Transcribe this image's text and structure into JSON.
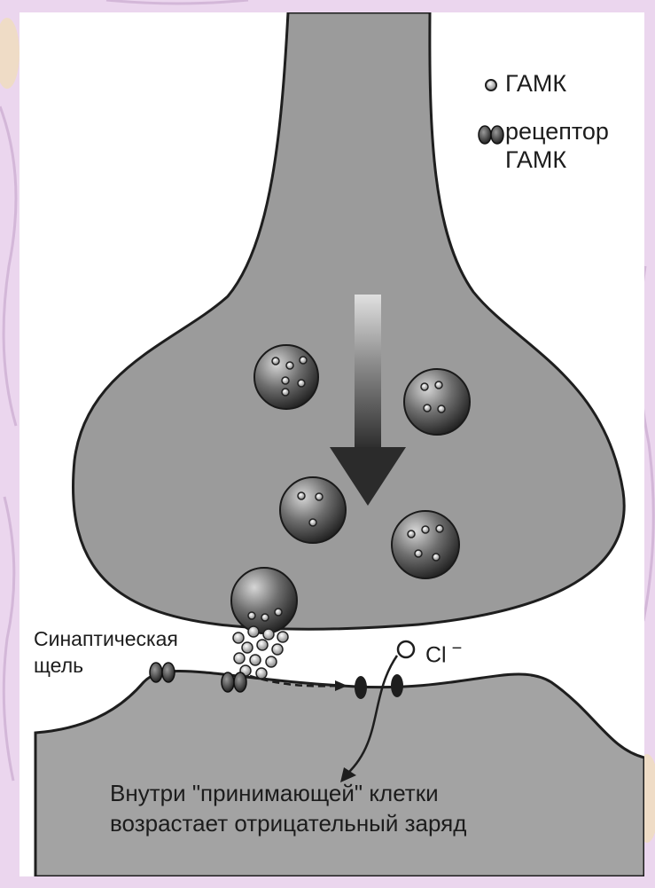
{
  "legend": {
    "gaba_label": "ГАМК",
    "receptor_label_line1": "рецептор",
    "receptor_label_line2": "ГАМК"
  },
  "synaptic_cleft_label": {
    "line1": "Синаптическая",
    "line2": "щель"
  },
  "chloride_ion": {
    "symbol": "Cl",
    "charge": "−"
  },
  "effect_caption": {
    "line1": "Внутри \"принимающей\" клетки",
    "line2": "возрастает отрицательный заряд"
  },
  "colors": {
    "background": "#ebd6ee",
    "panel": "#ffffff",
    "neuron_fill": "#9b9b9b",
    "outline": "#1e1e1e",
    "arrow_top": "#d8d8d8",
    "arrow_bottom": "#2f2f2f"
  },
  "icons": [
    "gaba-molecule-icon",
    "gaba-receptor-icon",
    "transmission-arrow-icon"
  ]
}
